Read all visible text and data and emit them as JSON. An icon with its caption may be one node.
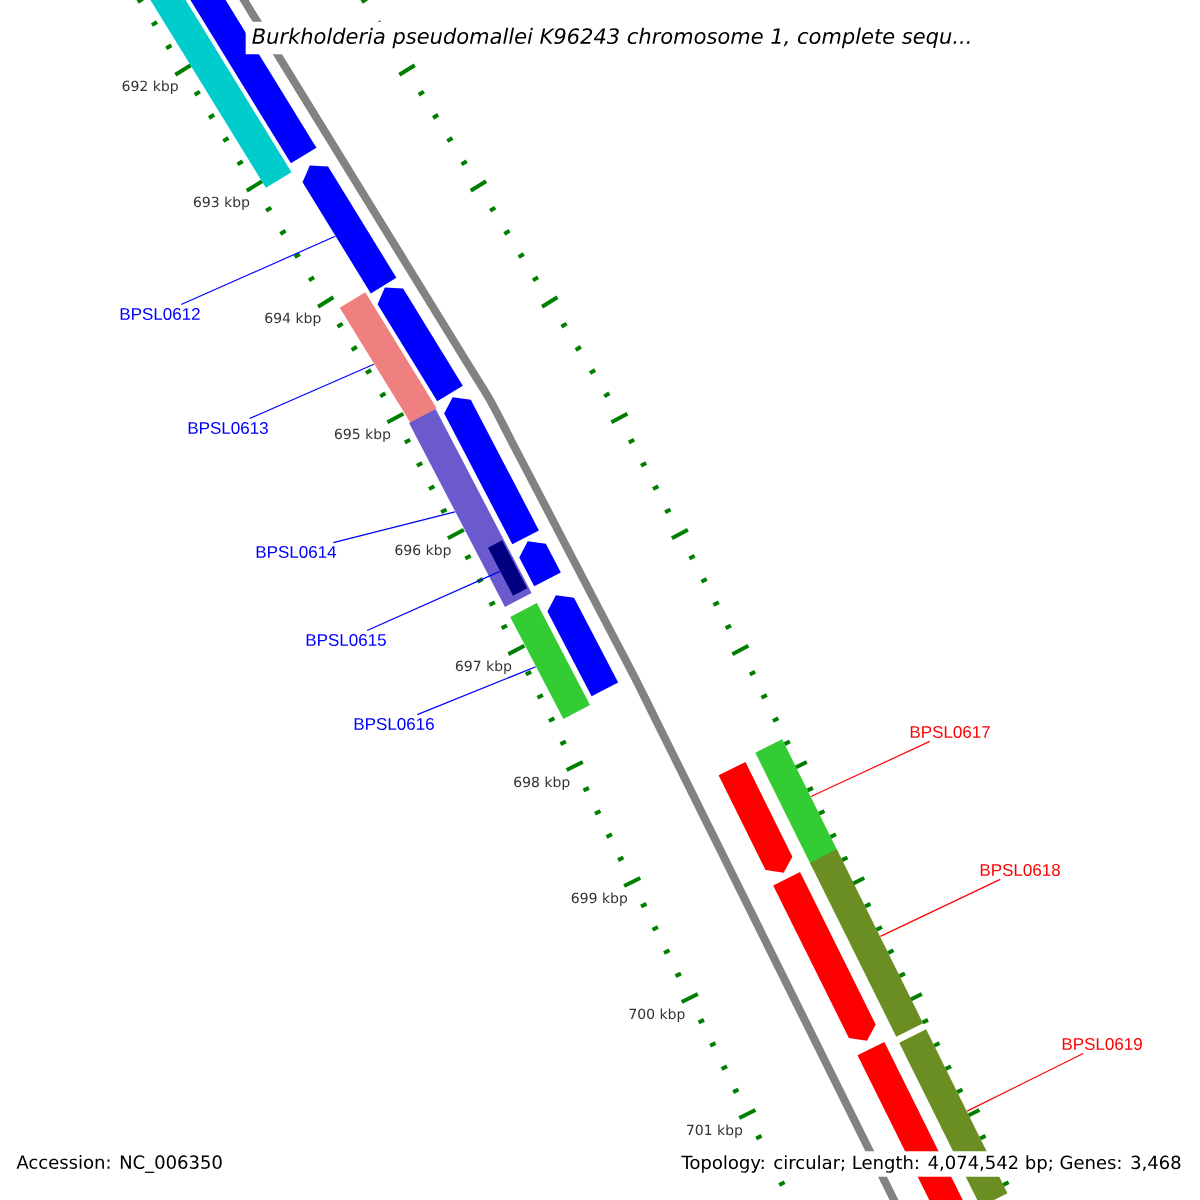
{
  "diagram": {
    "title": "*Burkholderia pseudomallei* K96243 chromosome 1, complete sequ...",
    "nodes": [
      {
        "text": [
          "BPSL0612"
        ]
      },
      {
        "text": [
          "BPSL0613"
        ]
      },
      {
        "text": [
          "BPSL0614"
        ]
      },
      {
        "text": [
          "BPSL0615"
        ]
      },
      {
        "text": [
          "BPSL0616"
        ]
      },
      {
        "text": [
          "BPSL0617"
        ]
      },
      {
        "text": [
          "BPSL0618"
        ]
      },
      {
        "text": [
          "BPSL0619"
        ]
      },
      {
        "text": [],
        "shape": "arrow"
      },
      {
        "text": [],
        "shape": "bar"
      },
      {
        "text": [],
        "shape": "bar"
      },
      {
        "text": [],
        "shape": "bar",
        "in": 10
      },
      {
        "text": [],
        "shape": "bar"
      },
      {
        "text": [],
        "shape": "bar"
      },
      {
        "text": [],
        "shape": "bar"
      },
      {
        "text": [],
        "shape": "bar"
      },
      {
        "text": [],
        "shape": "bar"
      },
      {
        "text": [],
        "shape": "arrow"
      },
      {
        "text": [],
        "shape": "arrow"
      },
      {
        "text": [],
        "shape": "arrow"
      },
      {
        "text": [],
        "shape": "arrow"
      },
      {
        "text": [],
        "shape": "arrow"
      },
      {
        "text": [],
        "shape": "arrow"
      },
      {
        "text": [],
        "shape": "arrow"
      },
      {
        "text": [],
        "shape": "arrow"
      }
    ],
    "edges": [
      {
        "from": 0,
        "to": 8,
        "arrow": "none",
        "color": "#0000ff"
      },
      {
        "from": 1,
        "to": 9,
        "arrow": "none",
        "color": "#0000ff"
      },
      {
        "from": 2,
        "to": 10,
        "arrow": "none",
        "color": "#0000ff"
      },
      {
        "from": 3,
        "to": 11,
        "arrow": "none",
        "color": "#0000ff"
      },
      {
        "from": 4,
        "to": 12,
        "arrow": "none",
        "color": "#0000ff"
      },
      {
        "from": 5,
        "to": 13,
        "arrow": "none",
        "color": "#ff0000"
      },
      {
        "from": 6,
        "to": 14,
        "arrow": "none",
        "color": "#ff0000"
      },
      {
        "from": 7,
        "to": 15,
        "arrow": "none",
        "color": "#ff0000"
      }
    ],
    "labels": [
      "692 kbp",
      "693 kbp",
      "694 kbp",
      "695 kbp",
      "696 kbp",
      "697 kbp",
      "698 kbp",
      "699 kbp",
      "700 kbp",
      "701 kbp",
      "Accession: NC_006350",
      "Topology: circular; Length: 4,074,542 bp; Genes: 3,468"
    ]
  }
}
